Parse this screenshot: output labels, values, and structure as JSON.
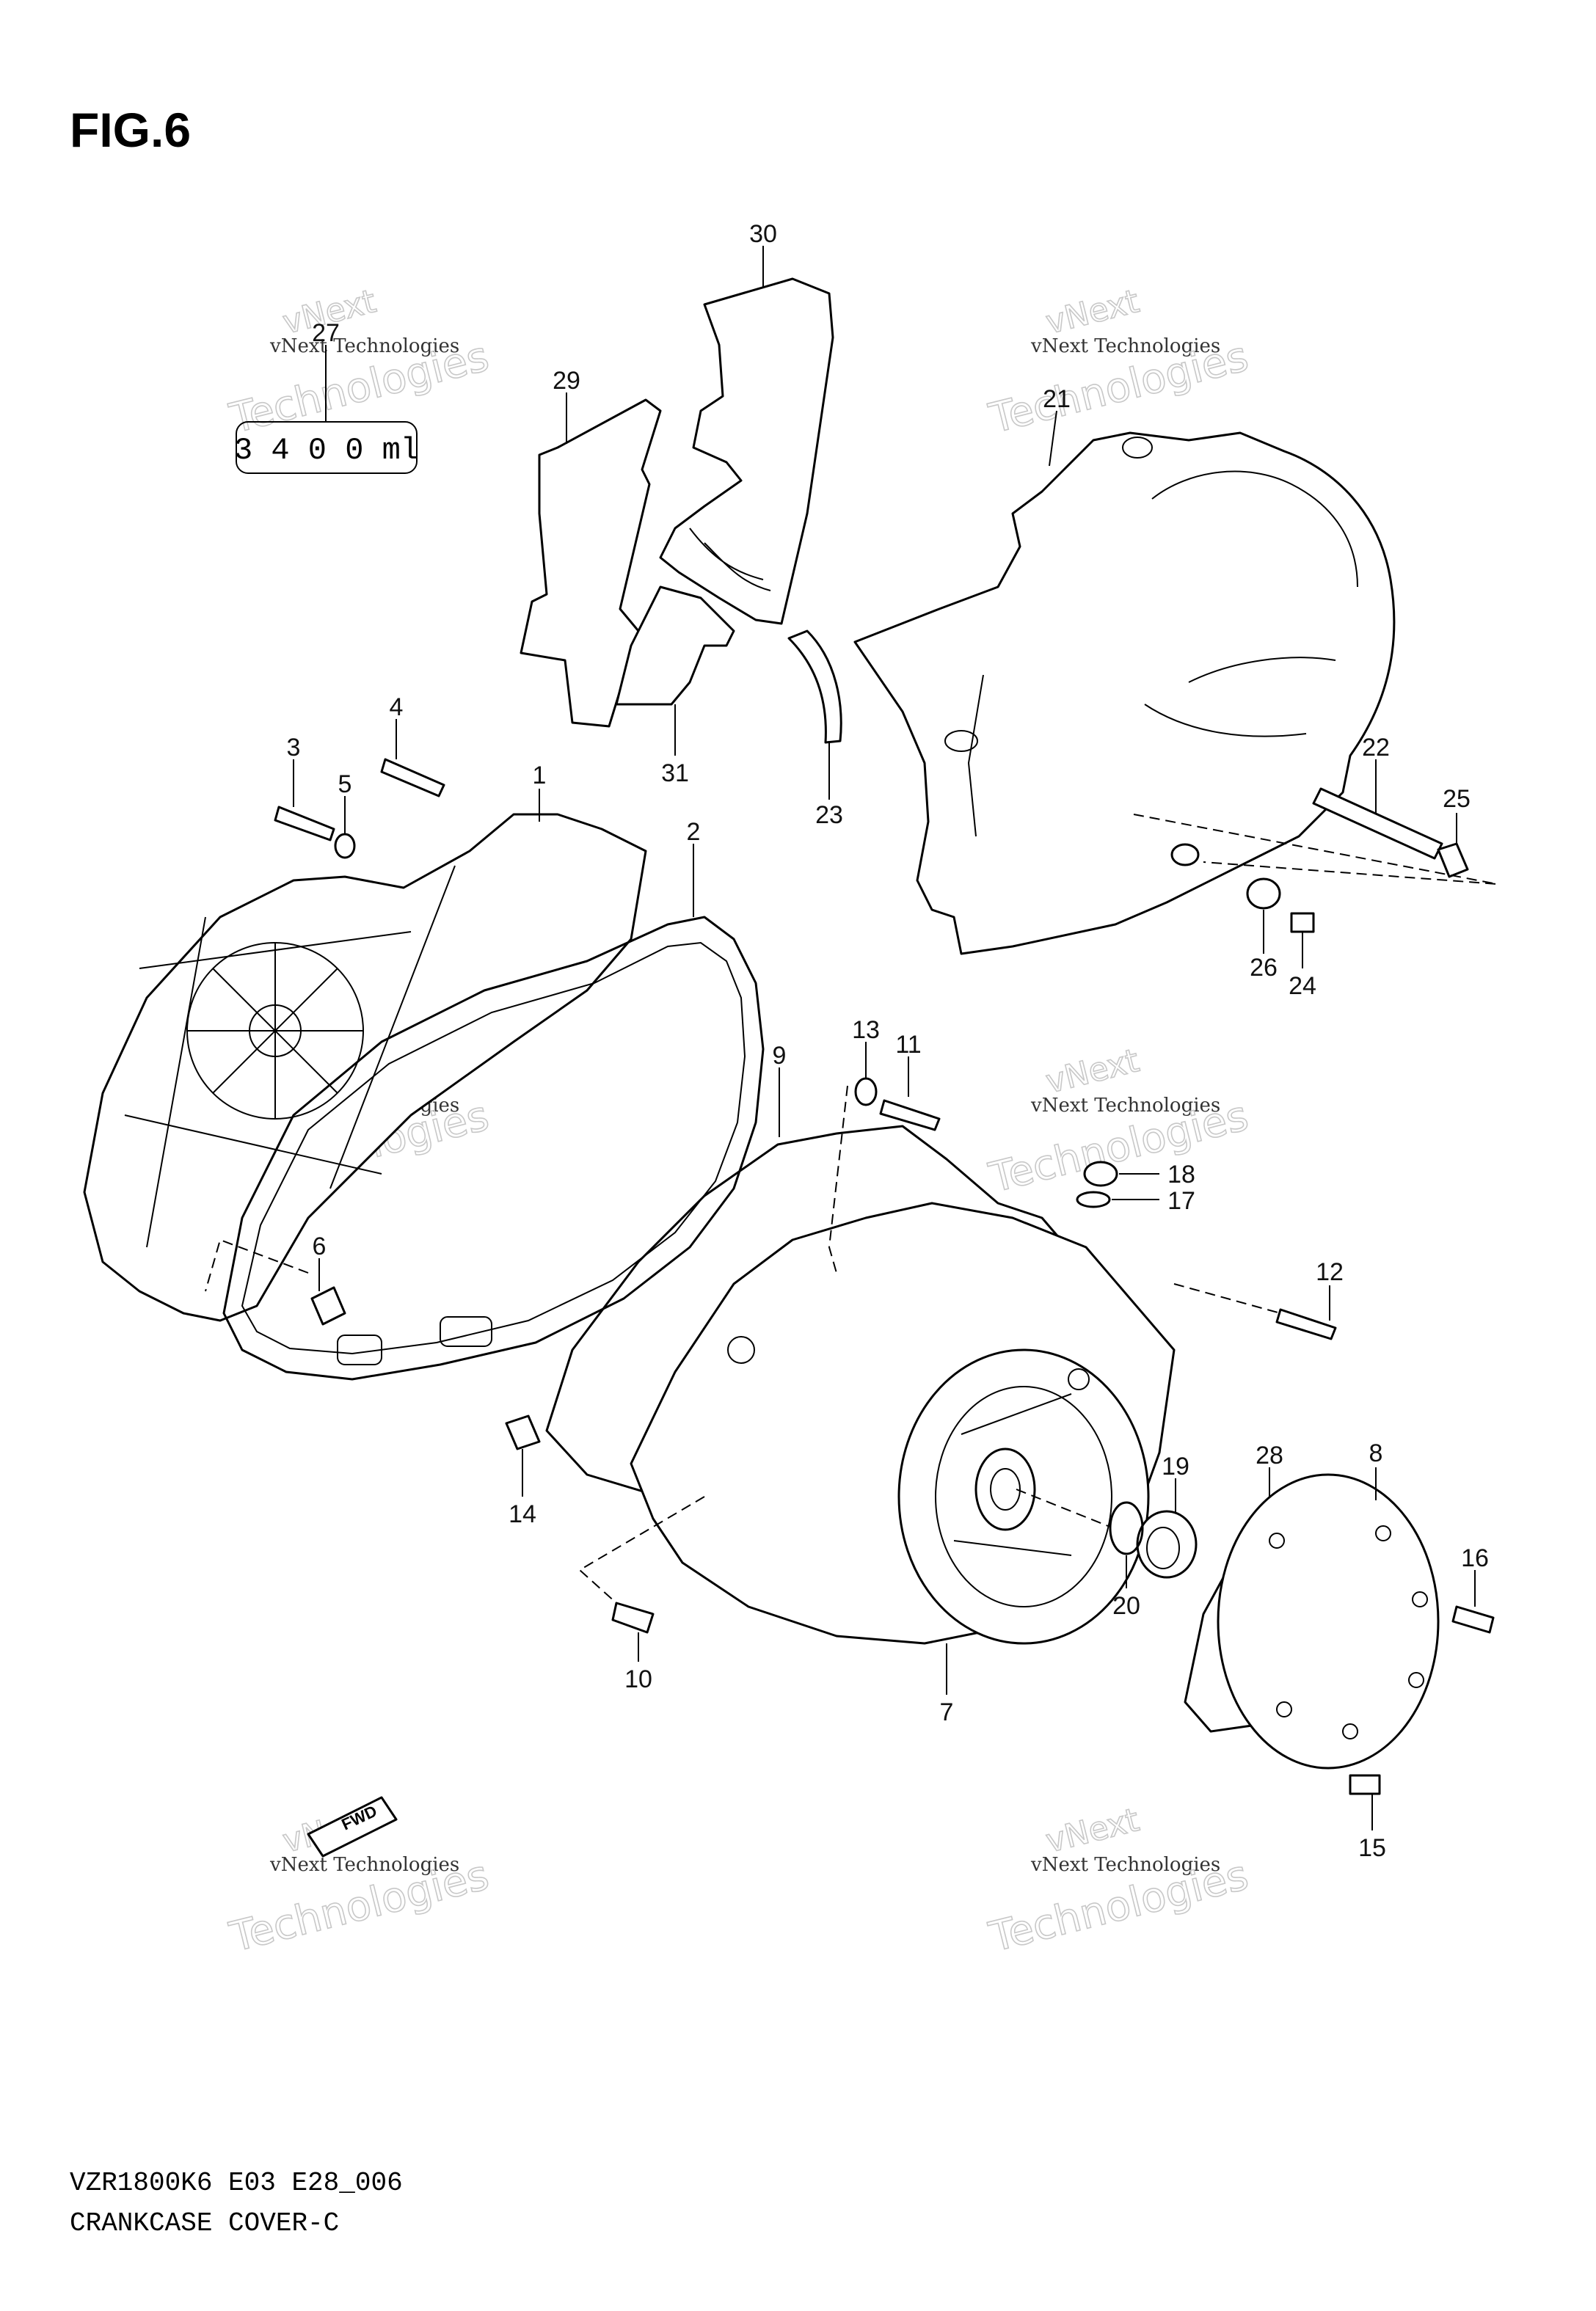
{
  "figure": {
    "title": "FIG.6"
  },
  "footer": {
    "model": "VZR1800K6 E03 E28_006",
    "section": "CRANKCASE COVER-C"
  },
  "quantity_box": "3 4 0 0 ml",
  "fwd_tag": "FWD",
  "watermark": {
    "line1": "vNext",
    "line2": "vNext Technologies",
    "line3": "Technologies"
  },
  "callouts": [
    {
      "n": "1"
    },
    {
      "n": "2"
    },
    {
      "n": "3"
    },
    {
      "n": "4"
    },
    {
      "n": "5"
    },
    {
      "n": "6"
    },
    {
      "n": "7"
    },
    {
      "n": "8"
    },
    {
      "n": "9"
    },
    {
      "n": "10"
    },
    {
      "n": "11"
    },
    {
      "n": "12"
    },
    {
      "n": "13"
    },
    {
      "n": "14"
    },
    {
      "n": "15"
    },
    {
      "n": "16"
    },
    {
      "n": "17"
    },
    {
      "n": "18"
    },
    {
      "n": "19"
    },
    {
      "n": "20"
    },
    {
      "n": "21"
    },
    {
      "n": "22"
    },
    {
      "n": "23"
    },
    {
      "n": "24"
    },
    {
      "n": "25"
    },
    {
      "n": "26"
    },
    {
      "n": "27"
    },
    {
      "n": "28"
    },
    {
      "n": "29"
    },
    {
      "n": "30"
    },
    {
      "n": "31"
    }
  ]
}
